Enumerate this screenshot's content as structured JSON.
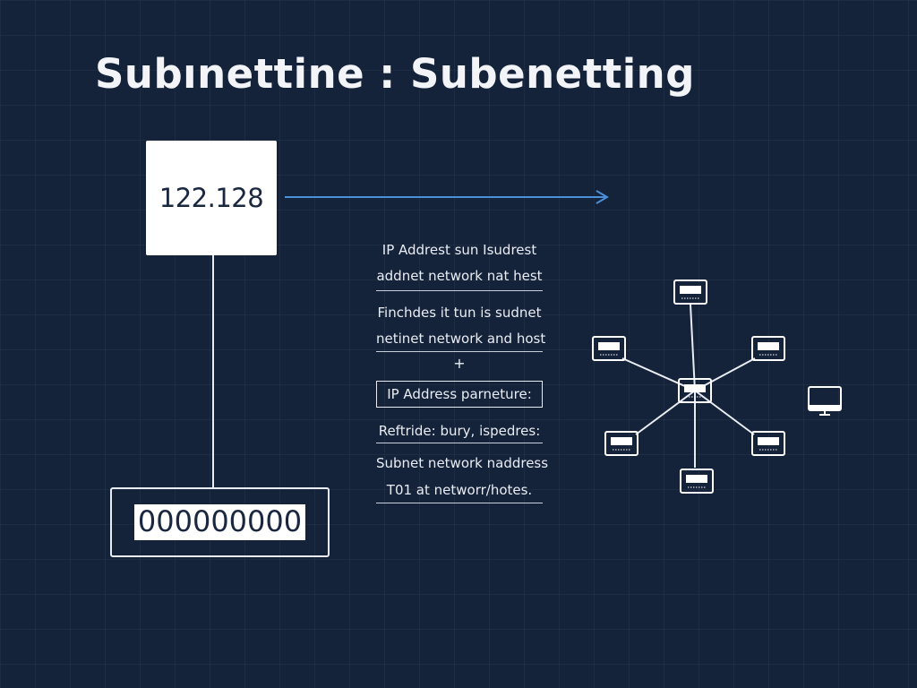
{
  "diagram": {
    "title": "Subınettine : Subenetting",
    "ip_value": "122.128",
    "binary_value": "000000000",
    "text_lines": [
      "IP Addrest sun Isudrest",
      "addnet network nat hest",
      "Finchdes it tun is sudnet",
      "netinet network and host"
    ],
    "plus_sign": "+",
    "boxed_label": "IP Address parneture:",
    "lower_lines": [
      "Reftride: bury, ispedres:",
      "Subnet network naddress",
      "T01 at networr/hotes."
    ]
  },
  "network": {
    "hub_icon": "router-icon",
    "node_icon": "computer-icon",
    "monitor_icon": "monitor-icon",
    "node_count": 6
  },
  "colors": {
    "background": "#14223a",
    "arrow": "#4a90d9",
    "line": "#e9edf3"
  }
}
